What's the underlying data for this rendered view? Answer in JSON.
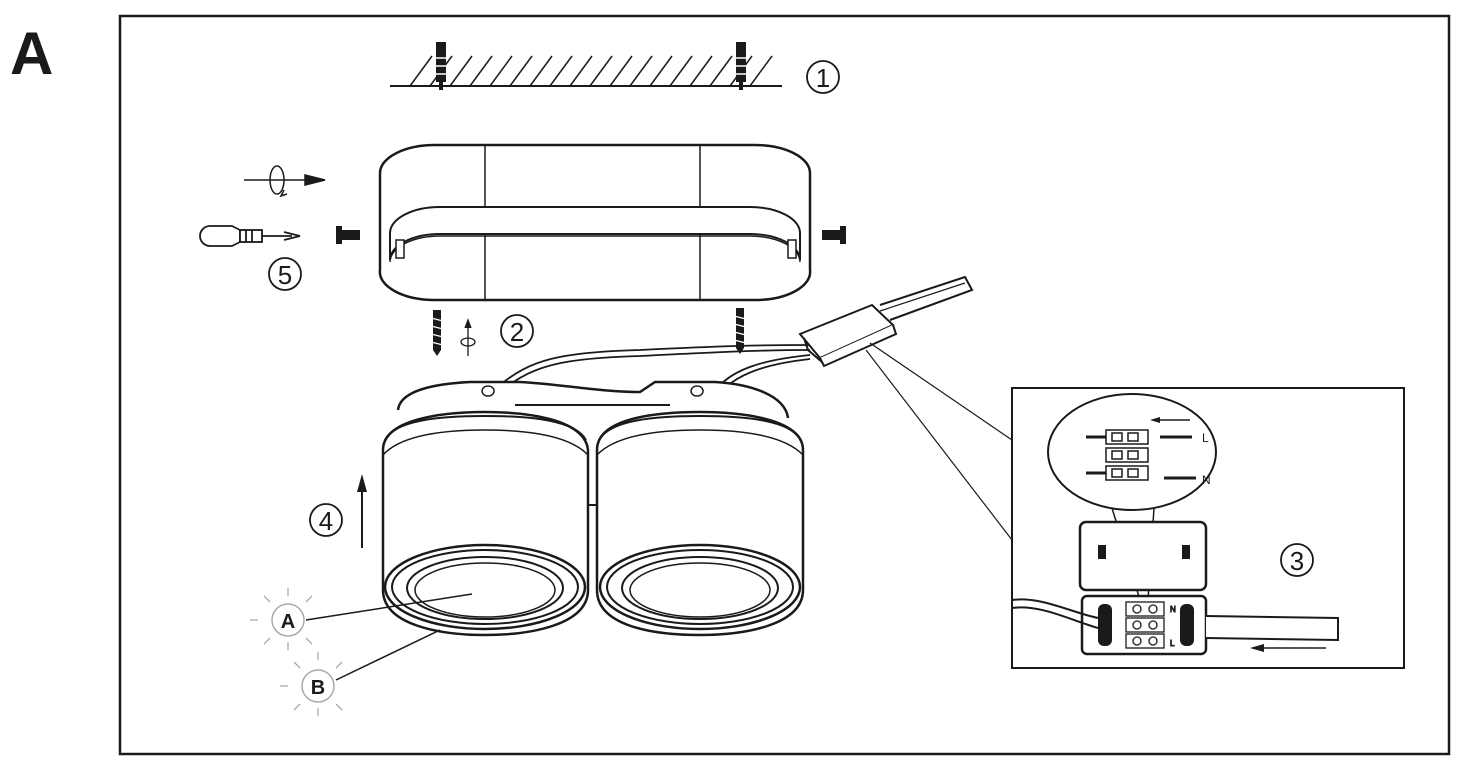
{
  "panel_letter": "A",
  "steps": {
    "step1": "1",
    "step2": "2",
    "step3": "3",
    "step4": "4",
    "step5": "5"
  },
  "callouts": {
    "a": "A",
    "b": "B"
  },
  "terminal_labels": {
    "live": "L",
    "neutral": "N",
    "live_small": "L",
    "neutral_small": "N"
  }
}
